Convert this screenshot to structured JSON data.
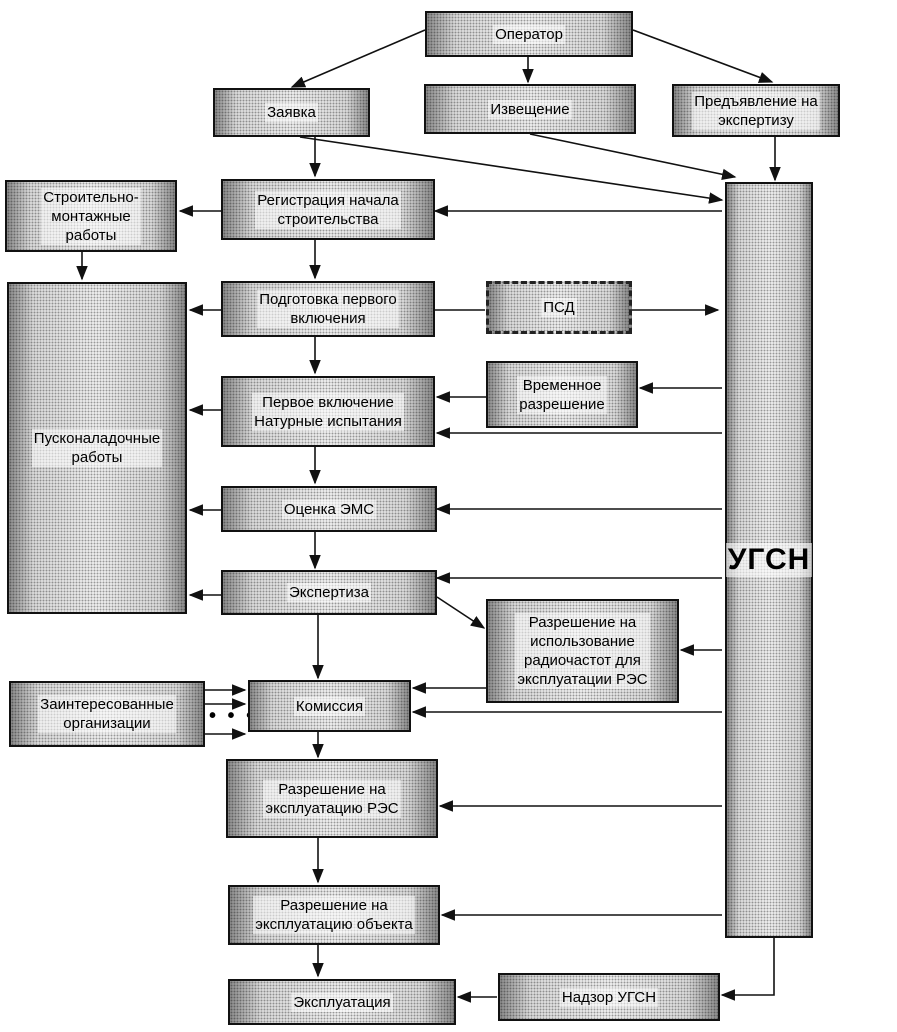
{
  "diagram": {
    "nodes": {
      "operator": "Оператор",
      "zayavka": "Заявка",
      "izveshchenie": "Извещение",
      "ekspertiza_request": "Предъявление на\nэкспертизу",
      "registration": "Регистрация начала\nстроительства",
      "construction": "Строительно-\nмонтажные\nработы",
      "commissioning": "Пусконаладочные\nработы",
      "first_prep": "Подготовка первого\nвключения",
      "psd": "ПСД",
      "temp_permit": "Временное\nразрешение",
      "first_switch": "Первое включение\nНатурные испытания",
      "ems": "Оценка ЭМС",
      "ekspertiza": "Экспертиза",
      "freq_permit": "Разрешение на\nиспользование\nрадиочастот для\nэксплуатации РЭС",
      "interested": "Заинтересованные\nорганизации",
      "commission": "Комиссия",
      "res_permit": "Разрешение на\nэксплуатацию РЭС",
      "object_permit": "Разрешение на\nэксплуатацию объекта",
      "exploitation": "Эксплуатация",
      "supervision": "Надзор УГСН",
      "ugsn": "УГСН"
    }
  }
}
